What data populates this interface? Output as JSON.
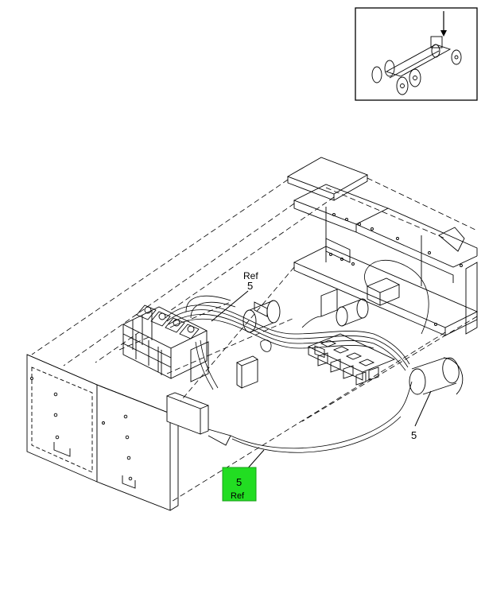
{
  "figure": {
    "background_color": "#ffffff",
    "line_color": "#000000",
    "highlight_color": "#22dd22"
  },
  "locator_inset": {
    "icon": "arrow-down-icon"
  },
  "callouts": {
    "upper_left": {
      "ref": "Ref",
      "number": "5"
    },
    "lower_right": {
      "number": "5"
    },
    "highlighted": {
      "number": "5",
      "ref": "Ref"
    }
  }
}
